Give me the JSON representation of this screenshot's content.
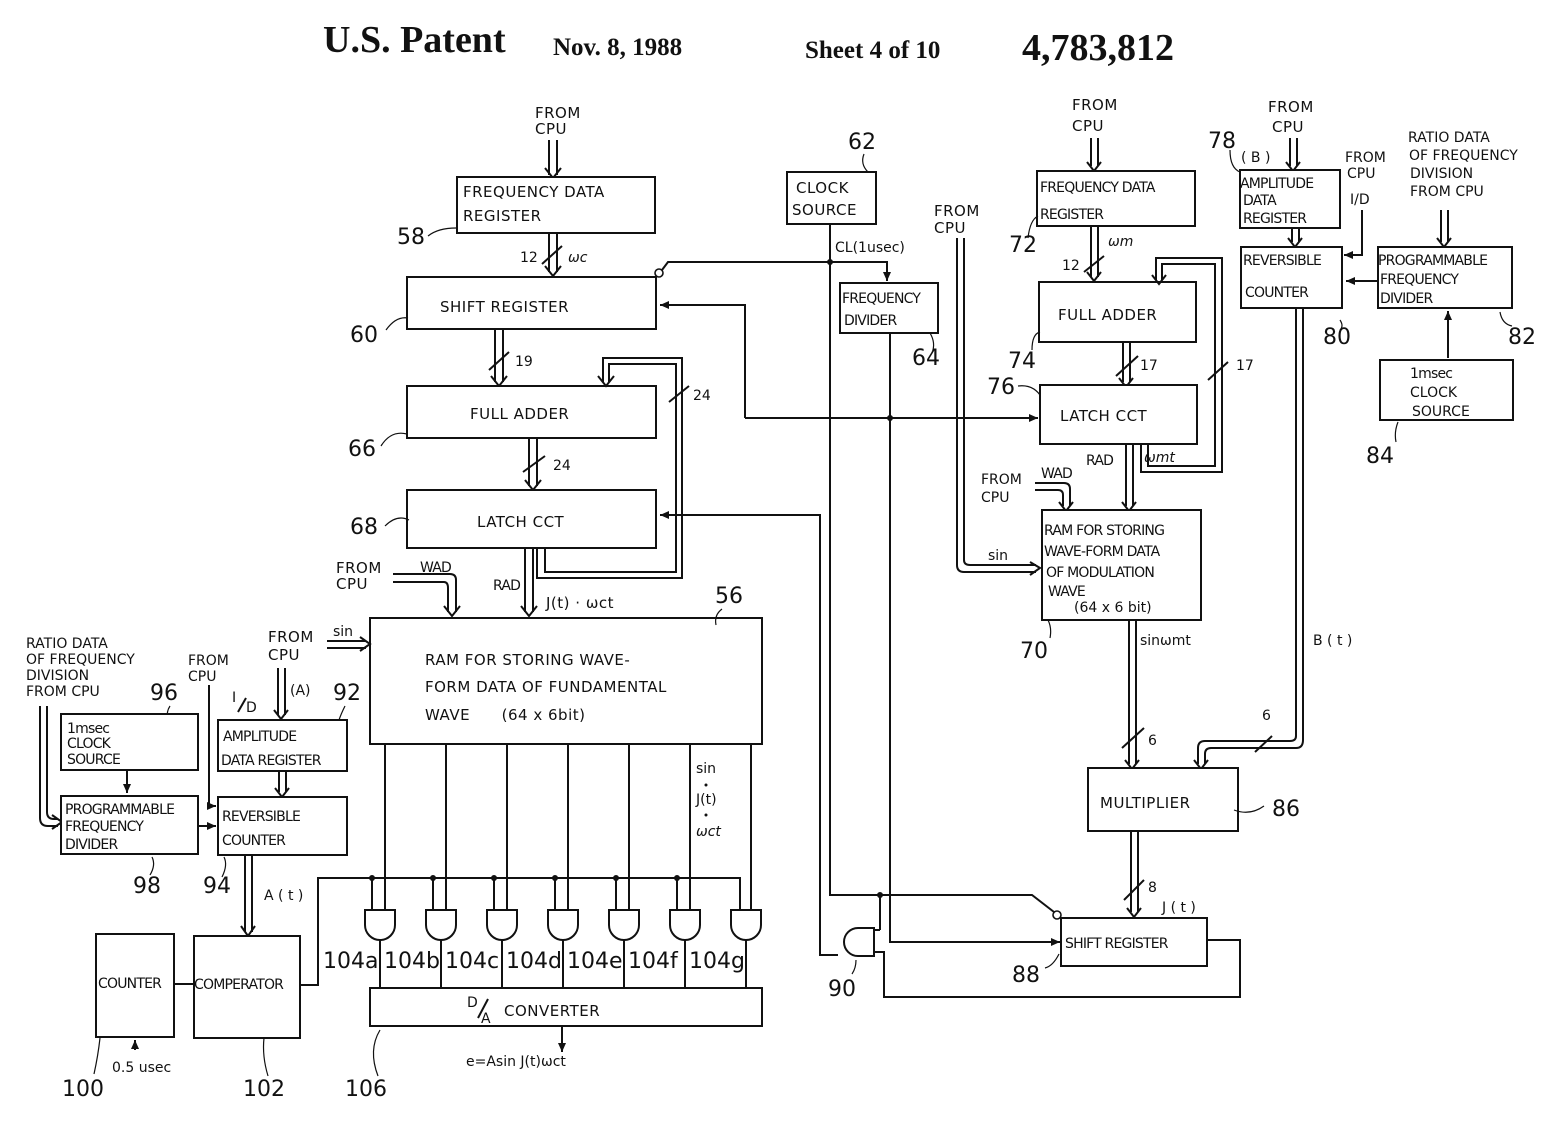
{
  "header": {
    "title": "U.S. Patent",
    "date": "Nov. 8, 1988",
    "sheet": "Sheet 4 of 10",
    "patent_number": "4,783,812"
  },
  "blocks": {
    "b58": {
      "ref": "58",
      "lines": [
        "FREQUENCY  DATA",
        "REGISTER"
      ]
    },
    "b60": {
      "ref": "60",
      "lines": [
        "SHIFT REGISTER"
      ]
    },
    "b62": {
      "ref": "62",
      "lines": [
        "CLOCK",
        "SOURCE"
      ]
    },
    "b64": {
      "ref": "64",
      "lines": [
        "FREQUENCY",
        "DIVIDER"
      ]
    },
    "b66": {
      "ref": "66",
      "lines": [
        "FULL  ADDER"
      ]
    },
    "b68": {
      "ref": "68",
      "lines": [
        "LATCH  CCT"
      ]
    },
    "b56": {
      "ref": "56",
      "lines": [
        "RAM FOR STORING WAVE-",
        "FORM DATA OF FUNDAMENTAL",
        "WAVE      (64 x 6bit)"
      ]
    },
    "b72": {
      "ref": "72",
      "lines": [
        "FREQUENCY DATA",
        "REGISTER"
      ]
    },
    "b74": {
      "ref": "74",
      "lines": [
        "FULL ADDER"
      ]
    },
    "b76": {
      "ref": "76",
      "lines": [
        "LATCH CCT"
      ]
    },
    "b70": {
      "ref": "70",
      "lines": [
        "RAM FOR STORING",
        "WAVE-FORM DATA",
        "OF MODULATION",
        "WAVE",
        "(64 x 6 bit)"
      ]
    },
    "b78": {
      "ref": "78",
      "lines": [
        "AMPLITUDE",
        "DATA",
        "REGISTER"
      ]
    },
    "b80": {
      "ref": "80",
      "lines": [
        "REVERSIBLE",
        "COUNTER"
      ]
    },
    "b82": {
      "ref": "82",
      "lines": [
        "PROGRAMMABLE",
        "FREQUENCY",
        "DIVIDER"
      ]
    },
    "b84": {
      "ref": "84",
      "lines": [
        "1msec",
        "CLOCK",
        "SOURCE"
      ]
    },
    "b86": {
      "ref": "86",
      "lines": [
        "MULTIPLIER"
      ]
    },
    "b88": {
      "ref": "88",
      "lines": [
        "SHIFT REGISTER"
      ]
    },
    "b90": {
      "ref": "90"
    },
    "b92": {
      "ref": "92",
      "lines": [
        "AMPLITUDE",
        "DATA REGISTER"
      ]
    },
    "b94": {
      "ref": "94",
      "lines": [
        "REVERSIBLE",
        "COUNTER"
      ]
    },
    "b96": {
      "ref": "96",
      "lines": [
        "1msec",
        "CLOCK",
        "SOURCE"
      ]
    },
    "b98": {
      "ref": "98",
      "lines": [
        "PROGRAMMABLE",
        "FREQUENCY",
        "DIVIDER"
      ]
    },
    "b100": {
      "ref": "100",
      "lines": [
        "COUNTER"
      ]
    },
    "b102": {
      "ref": "102",
      "lines": [
        "COMPERATOR"
      ]
    },
    "b106": {
      "ref": "106",
      "lines": [
        "CONVERTER"
      ],
      "da_top": "D",
      "da_bot": "A"
    }
  },
  "gates": [
    "104a",
    "104b",
    "104c",
    "104d",
    "104e",
    "104f",
    "104g"
  ],
  "signals": {
    "from_cpu": [
      "FROM",
      "CPU"
    ],
    "ratio_data": [
      "RATIO DATA",
      "OF FREQUENCY",
      "DIVISION",
      "FROM CPU"
    ],
    "wc": "ωc",
    "wm": "ωm",
    "wmt": "ωmt",
    "bus12": "12",
    "bus19": "19",
    "bus24": "24",
    "bus17": "17",
    "bus6": "6",
    "bus8": "8",
    "cl": "CL(1usec)",
    "wad": "WAD",
    "rad": "RAD",
    "sin": "sin",
    "jt_wct": "J(t) · ωct",
    "sin_wmt": "sinωmt",
    "bt": "B ( t )",
    "b_tag": "( B )",
    "a_tag": "(A)",
    "id": "I/D",
    "id_i": "I",
    "id_d": "D",
    "at": "A ( t )",
    "jt": "J ( t )",
    "sin_stack": [
      "sin",
      "J(t)",
      "ωct"
    ],
    "half_usec": "0.5 usec",
    "output": "e=Asin J(t)ωct"
  }
}
